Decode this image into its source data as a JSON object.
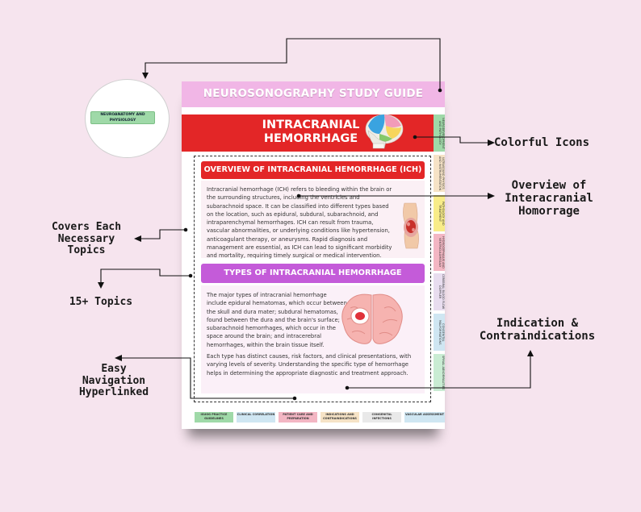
{
  "circle_badge": {
    "label": "NEUROANATOMY AND PHYSIOLOGY"
  },
  "document": {
    "header_title": "NEUROSONOGRAPHY STUDY GUIDE",
    "topic_title": "INTRACRANIAL HEMORRHAGE",
    "side_tabs": [
      {
        "label": "NEURODEVELOPMENT AND PATHOLOGY",
        "color": "#9fd9a8"
      },
      {
        "label": "ULTRASOUND PHYSICS AND INSTRUMENTATION",
        "color": "#f6e3c6"
      },
      {
        "label": "PATHOLOGY AND TREATMENT",
        "color": "#f8ec88"
      },
      {
        "label": "HYDROCEPHALUS AND VENTRICULOMEGALY",
        "color": "#f3b6c3"
      },
      {
        "label": "CEREBRAL BLOOD FLOW DOPPLER",
        "color": "#e8ddef"
      },
      {
        "label": "CONGENITAL MALFORMATIONS",
        "color": "#cfe6f2"
      },
      {
        "label": "SPINAL ABNORMALITIES",
        "color": "#c9ecd3"
      }
    ],
    "section1": {
      "heading": "OVERVIEW OF INTRACRANIAL HEMORRHAGE (ICH)",
      "text": "Intracranial hemorrhage (ICH) refers to bleeding within the brain or the surrounding structures, including the ventricles and subarachnoid space. It can be classified into different types based on the location, such as epidural, subdural, subarachnoid, and intraparenchymal hemorrhages. ICH can result from trauma, vascular abnormalities, or underlying conditions like hypertension, anticoagulant therapy, or aneurysms. Rapid diagnosis and management are essential, as ICH can lead to significant morbidity and mortality, requiring timely surgical or medical intervention."
    },
    "section2": {
      "heading": "TYPES OF INTRACRANIAL HEMORRHAGE",
      "text_a": "The major types of intracranial hemorrhage include epidural hematomas, which occur between the skull and dura mater; subdural hematomas, found between the dura and the brain's surface; subarachnoid hemorrhages, which occur in the space around the brain; and intracerebral hemorrhages, within the brain tissue itself.",
      "text_b": "Each type has distinct causes, risk factors, and clinical presentations, with varying levels of severity. Understanding the specific type of hemorrhage helps in determining the appropriate diagnostic and treatment approach."
    },
    "bottom_tabs": [
      {
        "label": "ISUOG PRACTICE GUIDELINES",
        "color": "#9fd9a8"
      },
      {
        "label": "CLINICAL CORRELATION",
        "color": "#cfe6f2"
      },
      {
        "label": "PATIENT CARE AND PREPARATION",
        "color": "#f3b6c3"
      },
      {
        "label": "INDICATIONS AND CONTRAINDICATIONS",
        "color": "#f6e3c6"
      },
      {
        "label": "CONGENITAL INFECTIONS",
        "color": "#e9e9e9"
      },
      {
        "label": "VASCULAR ASSESSMENT",
        "color": "#cfe6f2"
      }
    ]
  },
  "callouts": {
    "colorful_icons": "Colorful Icons",
    "overview": [
      "Overview of",
      "Interacranial",
      "Homorrage"
    ],
    "covers": [
      "Covers Each",
      "Necessary",
      "Topics"
    ],
    "topics": "15+ Topics",
    "indication": [
      "Indication &",
      "Contraindications"
    ],
    "easy_nav": [
      "Easy",
      "Navigation",
      "Hyperlinked"
    ]
  }
}
